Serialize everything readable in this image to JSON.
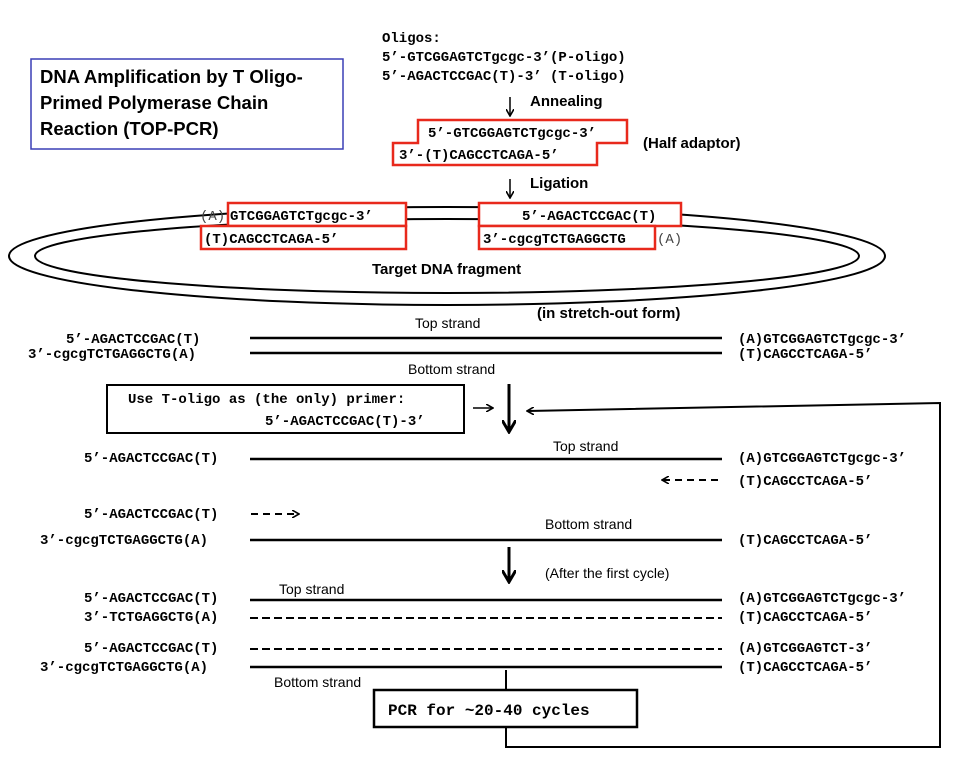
{
  "title": {
    "line1": "DNA Amplification by T Oligo-",
    "line2": "Primed Polymerase Chain",
    "line3": "Reaction (TOP-PCR)"
  },
  "oligos": {
    "header": "Oligos:",
    "p_oligo": "5’-GTCGGAGTCTgcgc-3’(P-oligo)",
    "t_oligo": "5’-AGACTCCGAC(T)-3’  (T-oligo)"
  },
  "steps": {
    "annealing": "Annealing",
    "ligation": "Ligation"
  },
  "half_adaptor": {
    "top": "5’-GTCGGAGTCTgcgc-3’",
    "bottom": "3’-(T)CAGCCTCAGA-5’",
    "label": "(Half adaptor)"
  },
  "circle": {
    "left_A": "(A)",
    "left_top": "GTCGGAGTCTgcgc-3’",
    "left_bottom": "(T)CAGCCTCAGA-5’",
    "right_top": "5’-AGACTCCGAC(T)",
    "right_bottom": "3’-cgcgTCTGAGGCTG",
    "right_A": "(A)",
    "target_label": "Target DNA fragment",
    "stretch_label": "(in stretch-out form)"
  },
  "stretch": {
    "left_top": "5’-AGACTCCGAC(T)",
    "left_bottom": "3’-cgcgTCTGAGGCTG(A)",
    "right_top": "(A)GTCGGAGTCTgcgc-3’",
    "right_bottom": "(T)CAGCCTCAGA-5’",
    "top_strand": "Top strand",
    "bottom_strand": "Bottom strand"
  },
  "primer_box": {
    "line1": "Use T-oligo as (the only) primer:",
    "line2": "5’-AGACTCCGAC(T)-3’"
  },
  "cycle1": {
    "top_left": "5’-AGACTCCGAC(T)",
    "top_right": "(A)GTCGGAGTCTgcgc-3’",
    "top_strand": "Top strand",
    "new_bottom": "(T)CAGCCTCAGA-5’",
    "new_top": "5’-AGACTCCGAC(T)",
    "bottom_strand": "Bottom strand",
    "bottom_left": "3’-cgcgTCTGAGGCTG(A)",
    "bottom_right": "(T)CAGCCTCAGA-5’"
  },
  "after_label": "(After the first cycle)",
  "products": {
    "p1_left": "5’-AGACTCCGAC(T)",
    "p1_right": "(A)GTCGGAGTCTgcgc-3’",
    "p2_left": "3’-TCTGAGGCTG(A)",
    "p2_right": "(T)CAGCCTCAGA-5’",
    "p3_left": "5’-AGACTCCGAC(T)",
    "p3_right": "(A)GTCGGAGTCT-3’",
    "p4_left": "3’-cgcgTCTGAGGCTG(A)",
    "p4_right": "(T)CAGCCTCAGA-5’",
    "top_strand": "Top strand",
    "bottom_strand": "Bottom strand"
  },
  "pcr_box": "PCR for ~20-40 cycles",
  "colors": {
    "box_blue": "#3a3fb5",
    "box_red": "#e8291c",
    "line": "#000000"
  }
}
